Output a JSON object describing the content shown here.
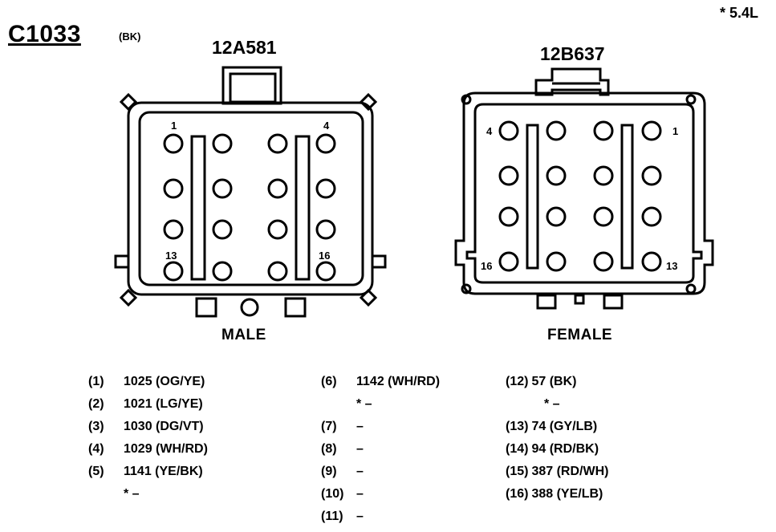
{
  "connector": {
    "id": "C1033",
    "color_code": "(BK)",
    "variant_note": "* 5.4L"
  },
  "male": {
    "part_number": "12A581",
    "gender_label": "MALE",
    "pin_labels": {
      "top_left": "1",
      "top_right": "4",
      "bottom_left": "13",
      "bottom_right": "16"
    }
  },
  "female": {
    "part_number": "12B637",
    "gender_label": "FEMALE",
    "pin_labels": {
      "top_left": "4",
      "top_right": "1",
      "bottom_left": "16",
      "bottom_right": "13"
    }
  },
  "pinout": {
    "column1": [
      {
        "pin": "(1)",
        "circuit": "1025 (OG/YE)"
      },
      {
        "pin": "(2)",
        "circuit": "1021 (LG/YE)"
      },
      {
        "pin": "(3)",
        "circuit": "1030 (DG/VT)"
      },
      {
        "pin": "(4)",
        "circuit": "1029 (WH/RD)"
      },
      {
        "pin": "(5)",
        "circuit": "1141 (YE/BK)"
      },
      {
        "pin": "",
        "circuit": "* –"
      }
    ],
    "column2": [
      {
        "pin": "(6)",
        "circuit": "1142 (WH/RD)"
      },
      {
        "pin": "",
        "circuit": "* –"
      },
      {
        "pin": "(7)",
        "circuit": "–"
      },
      {
        "pin": "(8)",
        "circuit": "–"
      },
      {
        "pin": "(9)",
        "circuit": "–"
      },
      {
        "pin": "(10)",
        "circuit": "–"
      },
      {
        "pin": "(11)",
        "circuit": "–"
      }
    ],
    "column3": [
      {
        "pin": "(12)",
        "circuit": "57 (BK)"
      },
      {
        "pin": "",
        "circuit": "* –"
      },
      {
        "pin": "(13)",
        "circuit": "74 (GY/LB)"
      },
      {
        "pin": "(14)",
        "circuit": "94 (RD/BK)"
      },
      {
        "pin": "(15)",
        "circuit": "387 (RD/WH)"
      },
      {
        "pin": "(16)",
        "circuit": "388 (YE/LB)"
      }
    ]
  }
}
